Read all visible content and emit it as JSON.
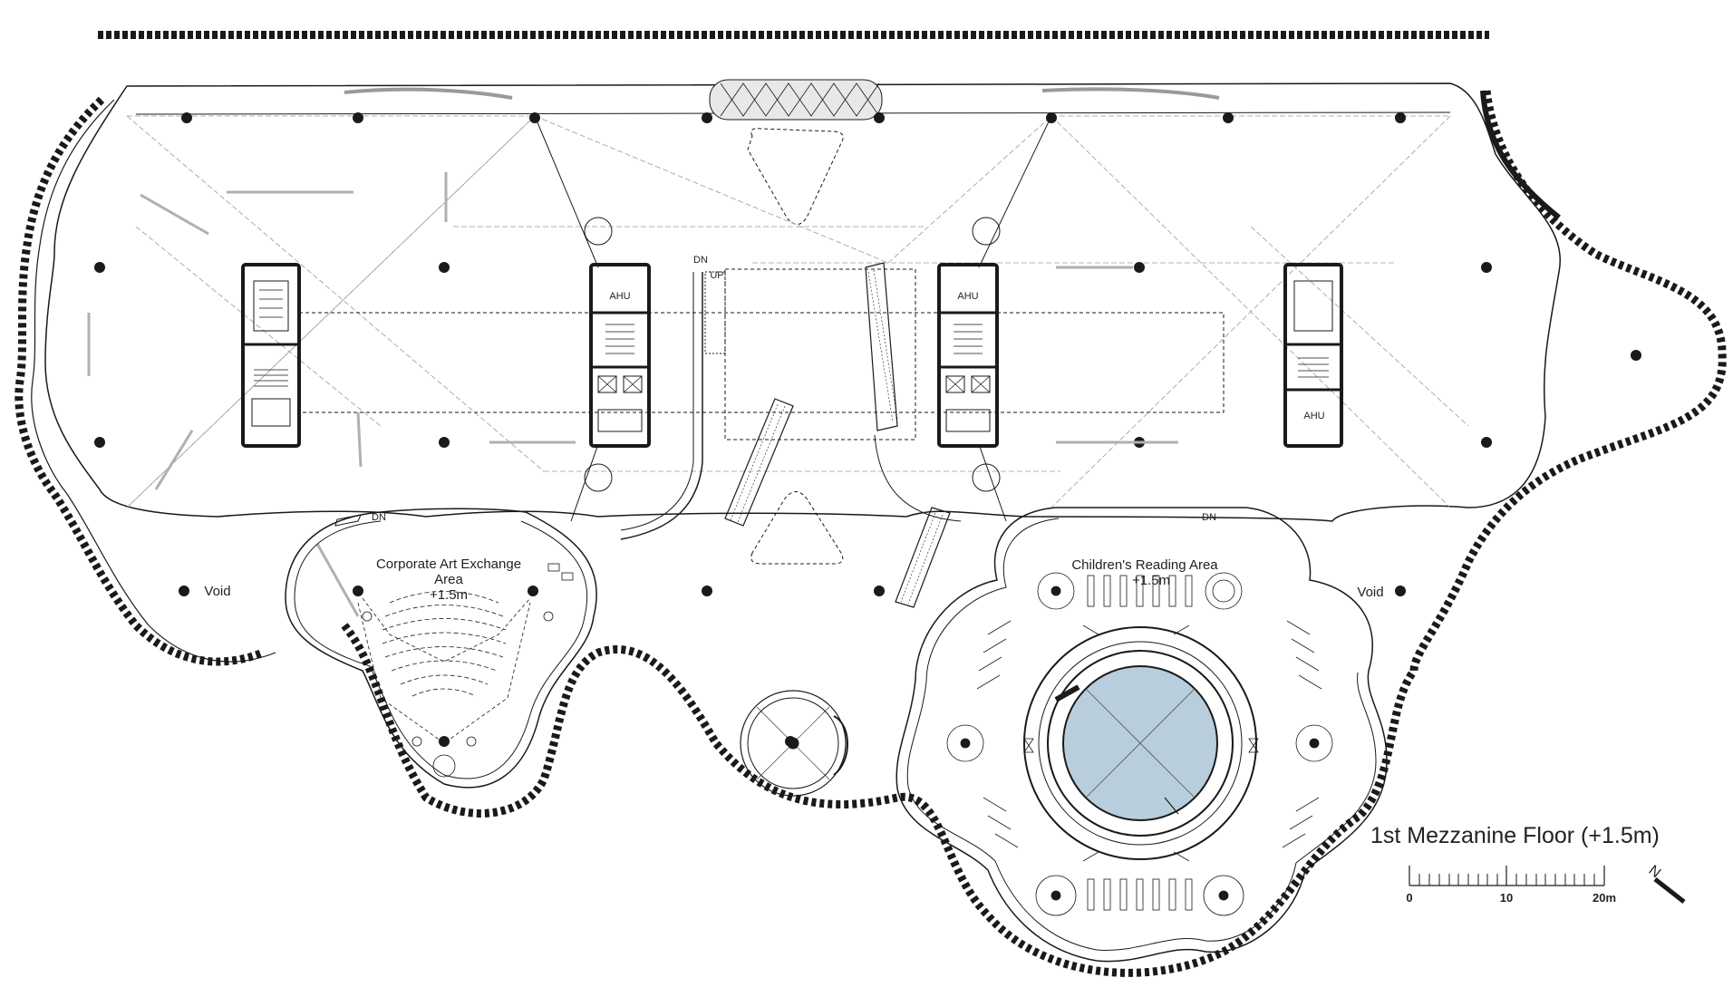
{
  "plan": {
    "title": "1st Mezzanine Floor (+1.5m)",
    "colors": {
      "ink": "#1a1a1a",
      "light_line": "#9a9a9a",
      "atrium_fill": "#b8cedd"
    },
    "rooms": {
      "corporate_art": [
        "Corporate Art Exchange",
        "Area",
        "+1.5m"
      ],
      "childrens_reading": [
        "Children's Reading Area",
        "+1.5m"
      ]
    },
    "voids": {
      "left": "Void",
      "right": "Void"
    },
    "cores": {
      "ahu_1": "AHU",
      "ahu_2": "AHU",
      "ahu_3": "AHU"
    },
    "stairs": {
      "dn_main": "DN",
      "up_main": "UP",
      "dn_left_pod": "DN",
      "dn_right_pod": "DN"
    },
    "scale_bar": {
      "ticks": [
        "0",
        "10",
        "20m"
      ]
    },
    "north_arrow": {
      "label": "N"
    }
  }
}
